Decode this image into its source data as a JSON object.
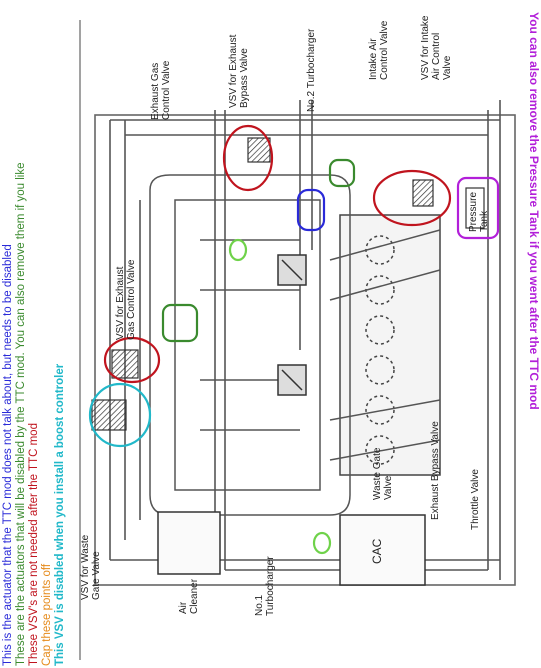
{
  "notes": {
    "blue": "This is the actuator that the TTC mod does not talk about, but needs to be disabled",
    "green": "These are the actuators that will be disabled by the TTC mod. You can also remove them if you like",
    "red": "These VSV's are not needed after the TTC mod",
    "orange": "Cap these points off",
    "cyan": "This VSV is disabled when you install a boost controler",
    "magenta": "You can also remove the Pressure Tank if you went after the TTC mod"
  },
  "colors": {
    "blue": "#2a2ad8",
    "green": "#3a8a2e",
    "red": "#c0141e",
    "orange": "#e58a1a",
    "cyan": "#21b8c9",
    "magenta": "#b21fd9",
    "orange_marker": "#6fd24a"
  },
  "labels": {
    "exhaust_gas_control_valve": "Exhaust Gas\nControl Valve",
    "vsv_exhaust_bypass_valve": "VSV for Exhaust\nBypass Valve",
    "no2_turbocharger": "No.2 Turbocharger",
    "intake_air_control_valve": "Intake Air\nControl Valve",
    "vsv_intake_air_control_valve": "VSV for Intake\nAir Control\nValve",
    "pressure_tank": "Pressure\nTank",
    "vsv_exhaust_gas_control_valve": "VSV for Exhaust\nGas Control Valve",
    "vsv_waste_gate_valve": "VSV for Waste\nGate Valve",
    "air_cleaner": "Air\nCleaner",
    "no1_turbocharger": "No.1\nTurbocharger",
    "cac": "CAC",
    "waste_gate_valve": "Waste Gate\nValve",
    "exhaust_bypass_valve": "Exhaust Bypass Valve",
    "throttle_valve": "Throttle Valve"
  }
}
